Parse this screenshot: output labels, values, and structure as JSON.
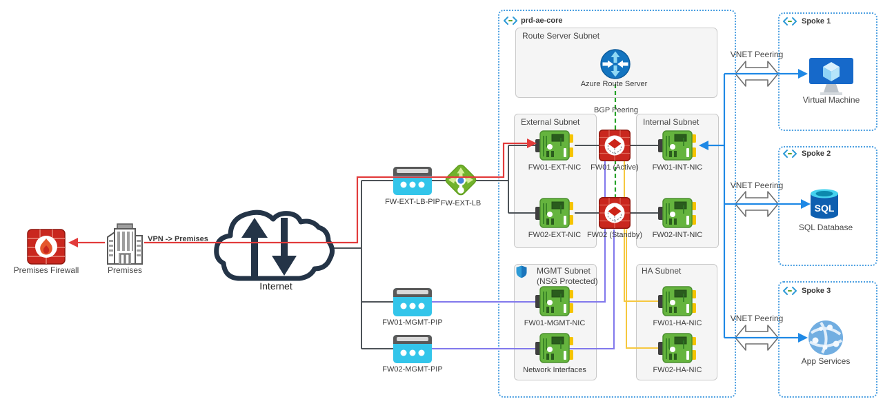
{
  "colors": {
    "flow_red": "#e23b3b",
    "link_gray": "#4d5358",
    "mgmt_purple": "#8178ec",
    "ha_yellow": "#f6c83f",
    "bgp_green": "#23a126",
    "peering_blue": "#1e88e5",
    "vnet_border_blue": "#4b9fe1",
    "nic_green": "#65b43e",
    "firewall_red": "#c9271e",
    "pip_cyan": "#33c5ea"
  },
  "onprem": {
    "premises_firewall": "Premises Firewall",
    "premises": "Premises",
    "internet": "Internet",
    "vpn_link": "VPN -> Premises"
  },
  "edge": {
    "fw_ext_lb_pip": "FW-EXT-LB-PIP",
    "fw_ext_lb": "FW-EXT-LB",
    "fw01_mgmt_pip": "FW01-MGMT-PIP",
    "fw02_mgmt_pip": "FW02-MGMT-PIP"
  },
  "vnet": {
    "name": "prd-ae-core",
    "route_server_subnet": {
      "title": "Route Server Subnet",
      "route_server": "Azure Route Server"
    },
    "bgp_peering": "BGP Peering",
    "external_subnet": {
      "title": "External Subnet",
      "nic1": "FW01-EXT-NIC",
      "nic2": "FW02-EXT-NIC"
    },
    "internal_subnet": {
      "title": "Internal Subnet",
      "nic1": "FW01-INT-NIC",
      "nic2": "FW02-INT-NIC"
    },
    "firewalls": {
      "active": "FW01 (Active)",
      "standby": "FW02 (Standby)"
    },
    "mgmt_subnet": {
      "title": "MGMT Subnet",
      "subtitle": "(NSG Protected)",
      "nic1": "FW01-MGMT-NIC",
      "nic2": "Network Interfaces"
    },
    "ha_subnet": {
      "title": "HA Subnet",
      "nic1": "FW01-HA-NIC",
      "nic2": "FW02-HA-NIC"
    }
  },
  "spokes": [
    {
      "name": "Spoke 1",
      "resource": "Virtual Machine",
      "peering": "VNET Peering"
    },
    {
      "name": "Spoke 2",
      "resource": "SQL Database",
      "peering": "VNET Peering",
      "icon_text": "SQL"
    },
    {
      "name": "Spoke 3",
      "resource": "App Services",
      "peering": "VNET Peering"
    }
  ]
}
